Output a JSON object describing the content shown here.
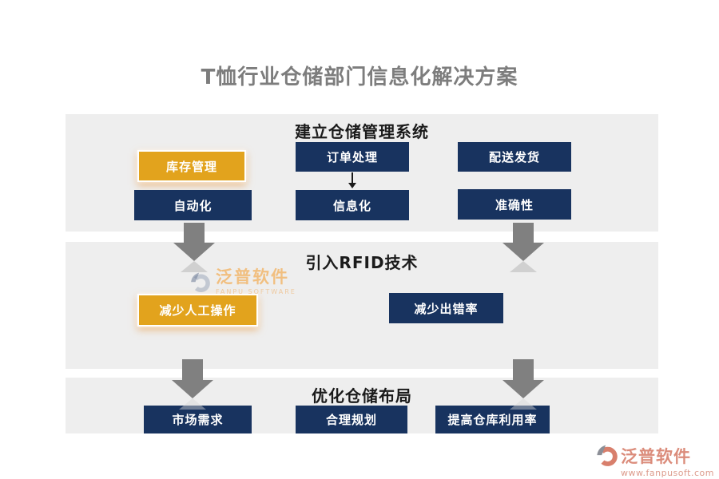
{
  "title": "T恤行业仓储部门信息化解决方案",
  "colors": {
    "navy": "#18335F",
    "gold": "#E2A31D",
    "band_bg": "#EEEEEE",
    "arrow_gray": "#808080"
  },
  "sections": [
    {
      "heading": "建立仓储管理系统",
      "buttons": [
        {
          "label": "库存管理",
          "style": "gold"
        },
        {
          "label": "订单处理",
          "style": "navy"
        },
        {
          "label": "配送发货",
          "style": "navy"
        },
        {
          "label": "自动化",
          "style": "navy"
        },
        {
          "label": "信息化",
          "style": "navy"
        },
        {
          "label": "准确性",
          "style": "navy"
        }
      ]
    },
    {
      "heading": "引入RFID技术",
      "buttons": [
        {
          "label": "减少人工操作",
          "style": "gold"
        },
        {
          "label": "减少出错率",
          "style": "navy"
        }
      ]
    },
    {
      "heading": "优化仓储布局",
      "buttons": [
        {
          "label": "市场需求",
          "style": "navy"
        },
        {
          "label": "合理规划",
          "style": "navy"
        },
        {
          "label": "提高仓库利用率",
          "style": "navy"
        }
      ]
    }
  ],
  "watermark": {
    "brand": "泛普软件",
    "brand_en": "FANPU SOFTWARE"
  },
  "footer_logo": {
    "brand": "泛普软件",
    "website": "www.fanpusoft.com"
  }
}
